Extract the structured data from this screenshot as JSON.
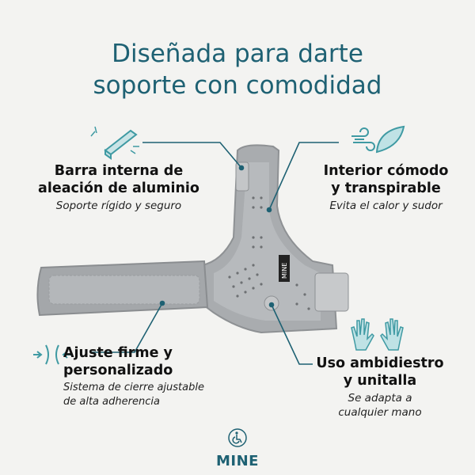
{
  "title_lines": [
    "Diseñada para darte",
    "soporte con comodidad"
  ],
  "features": [
    {
      "icon": "aluminum-bar-icon",
      "title_lines": [
        "Barra interna de",
        "aleación de aluminio"
      ],
      "subtitle_lines": [
        "Soporte rígido y seguro"
      ]
    },
    {
      "icon": "wind-feather-icon",
      "title_lines": [
        "Interior cómodo",
        "y transpirable"
      ],
      "subtitle_lines": [
        "Evita el calor y sudor"
      ]
    },
    {
      "icon": "compress-arrows-icon",
      "title_lines": [
        "Ajuste firme y",
        "personalizado"
      ],
      "subtitle_lines": [
        "Sistema de cierre ajustable",
        "de alta adherencia"
      ]
    },
    {
      "icon": "two-hands-icon",
      "title_lines": [
        "Uso ambidiestro",
        "y unitalla"
      ],
      "subtitle_lines": [
        "Se adapta a",
        "cualquier mano"
      ]
    }
  ],
  "product_label": "MINE",
  "logo": {
    "text": "MINE",
    "icon": "wheelchair-icon"
  },
  "colors": {
    "accent": "#1e6173",
    "icon": "#3f9aa3",
    "background": "#f3f3f1",
    "brace": "#a9acaf"
  }
}
